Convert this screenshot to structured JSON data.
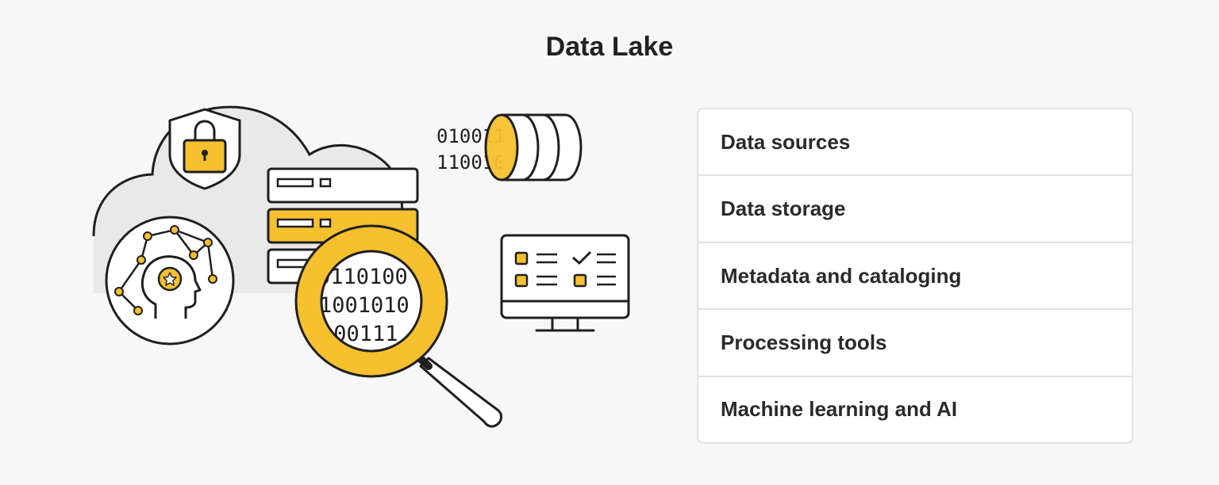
{
  "title": "Data Lake",
  "components": [
    {
      "label": "Data sources"
    },
    {
      "label": "Data storage"
    },
    {
      "label": "Metadata and cataloging"
    },
    {
      "label": "Processing tools"
    },
    {
      "label": "Machine learning and AI"
    }
  ],
  "illustration": {
    "cylinder_binary": [
      "010011",
      "110010"
    ],
    "magnifier_binary": [
      "0110100",
      "1001010",
      "100111"
    ],
    "icons": [
      "cloud-icon",
      "shield-lock-icon",
      "server-stack-icon",
      "database-cylinder-icon",
      "magnifying-glass-icon",
      "ai-head-icon",
      "monitor-checklist-icon"
    ]
  },
  "colors": {
    "accent": "#f6c02e",
    "outline": "#1f1f1f",
    "background": "#f7f7f7",
    "cloud": "#e9e9e9",
    "border": "#e2e2e2"
  }
}
